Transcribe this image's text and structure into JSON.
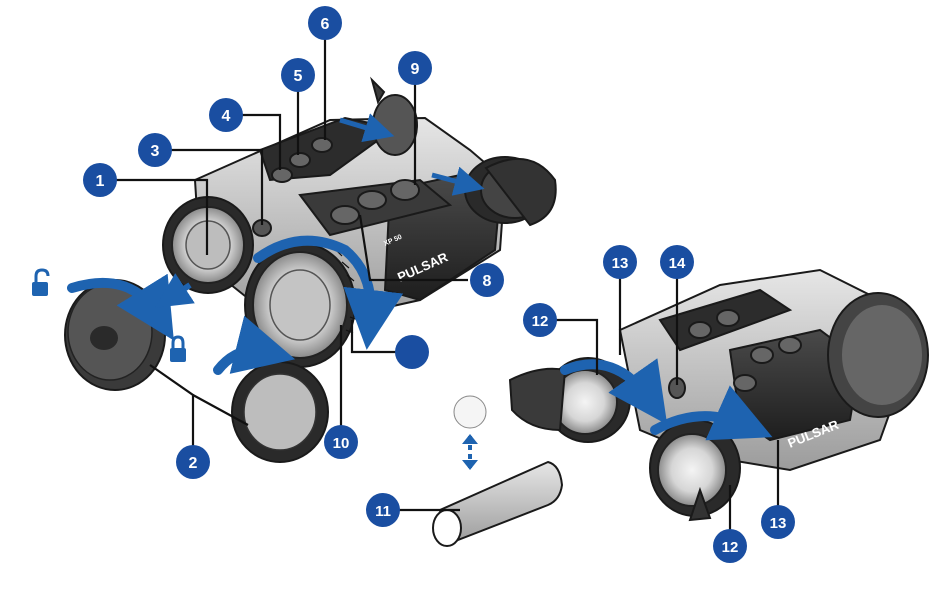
{
  "brand": "PULSAR",
  "model_badge": "XP 50",
  "colors": {
    "badge": "#1a4ea1",
    "arrow": "#1e63b0",
    "body": "#cfcfcf",
    "dark": "#222222"
  },
  "icons": {
    "unlock": "padlock-open-icon",
    "lock": "padlock-closed-icon"
  },
  "callouts": [
    {
      "id": "1",
      "label": "1"
    },
    {
      "id": "2",
      "label": "2"
    },
    {
      "id": "3",
      "label": "3"
    },
    {
      "id": "4",
      "label": "4"
    },
    {
      "id": "5",
      "label": "5"
    },
    {
      "id": "6",
      "label": "6"
    },
    {
      "id": "8",
      "label": "8"
    },
    {
      "id": "9",
      "label": "9"
    },
    {
      "id": "10",
      "label": "10"
    },
    {
      "id": "11",
      "label": "11"
    },
    {
      "id": "12a",
      "label": "12"
    },
    {
      "id": "12b",
      "label": "12"
    },
    {
      "id": "13a",
      "label": "13"
    },
    {
      "id": "13b",
      "label": "13"
    },
    {
      "id": "14",
      "label": "14"
    },
    {
      "id": "blank",
      "label": ""
    }
  ]
}
